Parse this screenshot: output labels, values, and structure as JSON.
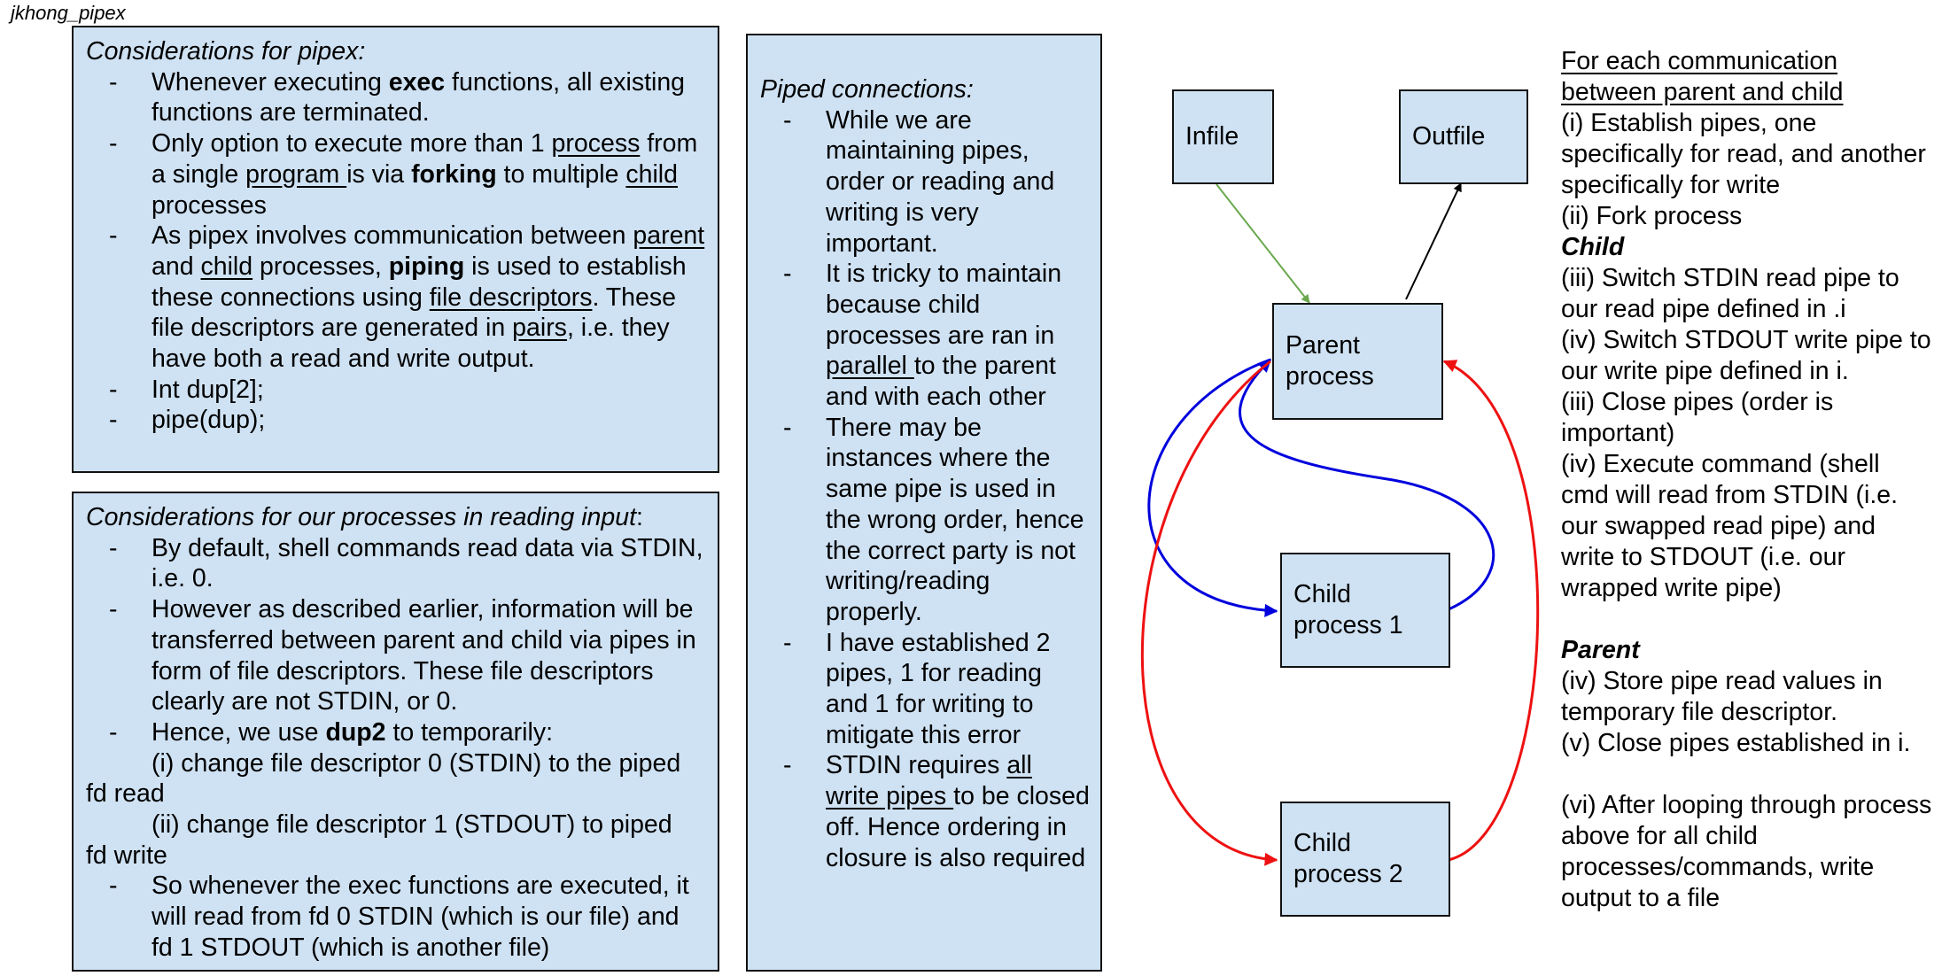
{
  "title": "jkhong_pipex",
  "considerations_pipex": {
    "heading": "Considerations for pipex:",
    "b1_a": "Whenever executing ",
    "b1_exec": "exec",
    "b1_b": " functions, all existing functions are terminated.",
    "b2_a": "Only option to execute more than 1 ",
    "b2_process": "process",
    "b2_b": " from a single ",
    "b2_program": "program ",
    "b2_c": "is via ",
    "b2_forking": "forking",
    "b2_d": " to multiple ",
    "b2_child": "child",
    "b2_e": " processes",
    "b3_a": "As pipex involves communication between ",
    "b3_parent": "parent ",
    "b3_b": "and ",
    "b3_child": "child",
    "b3_c": " processes, ",
    "b3_piping": "piping",
    "b3_d": " is used to establish these connections using ",
    "b3_fd": "file descriptors",
    "b3_e": ". These file descriptors are generated in ",
    "b3_pairs": "pairs",
    "b3_f": ", i.e. they have both a read and write output.",
    "b4": "Int dup[2];",
    "b5": "pipe(dup);"
  },
  "considerations_input": {
    "heading": "Considerations for our processes in reading input",
    "heading_colon": ":",
    "b1": "By default, shell commands read data via STDIN, i.e. 0.",
    "b2": "However as described earlier, information will be transferred between parent and child via pipes in form of file descriptors. These file descriptors clearly are not STDIN, or 0.",
    "b3_a": "Hence, we use ",
    "b3_dup2": "dup2",
    "b3_b": " to temporarily:",
    "sub1_a": "(i) change file descriptor 0 (STDIN) to the piped",
    "sub1_b": "fd read",
    "sub2_a": "(ii) change file descriptor 1 (STDOUT) to piped",
    "sub2_b": "fd write",
    "b4": "So whenever the exec functions are executed, it will read from fd 0 STDIN (which is our file) and fd 1 STDOUT (which is another file)"
  },
  "piped_connections": {
    "heading": "Piped connections:",
    "b1": "While we are maintaining pipes, order or reading and writing is very important.",
    "b2_a": "It is tricky to maintain because child processes are ran in ",
    "b2_parallel": "parallel ",
    "b2_b": "to the parent and with each other",
    "b3": "There may be instances where the same pipe is used in the wrong order, hence the correct party is not writing/reading properly.",
    "b4": "I have established 2 pipes, 1 for reading and 1 for writing to mitigate this error",
    "b5_a": "STDIN requires ",
    "b5_u": "all write pipes ",
    "b5_b": "to be closed off. Hence ordering in closure is also required"
  },
  "diagram": {
    "infile": "Infile",
    "outfile": "Outfile",
    "parent_l1": "Parent",
    "parent_l2": "process",
    "child1_l1": "Child",
    "child1_l2": "process 1",
    "child2_l1": "Child",
    "child2_l2": "process 2",
    "colors": {
      "green": "#6aa84f",
      "black": "#000000",
      "blue": "#0000dd",
      "red": "#ee1111",
      "box_fill": "#cfe2f3"
    }
  },
  "notes": {
    "heading_l1": "For each communication",
    "heading_l2": "between parent and child",
    "n1": "(i) Establish pipes, one specifically for read, and another specifically for write",
    "n2": "(ii) Fork process",
    "child_label": "Child",
    "n3": "(iii) Switch STDIN read pipe to our read pipe defined in .i",
    "n4": "(iv) Switch STDOUT write pipe to our write pipe defined in i.",
    "n5": "(iii) Close pipes (order is important)",
    "n6": "(iv) Execute command (shell cmd will read from STDIN (i.e. our swapped read pipe) and write to STDOUT (i.e. our wrapped write pipe)",
    "parent_label": "Parent",
    "n7": "(iv) Store pipe read values in temporary file descriptor.",
    "n8": "(v) Close pipes established in i.",
    "n9": "(vi) After looping through process above for all child processes/commands, write output to a file"
  }
}
